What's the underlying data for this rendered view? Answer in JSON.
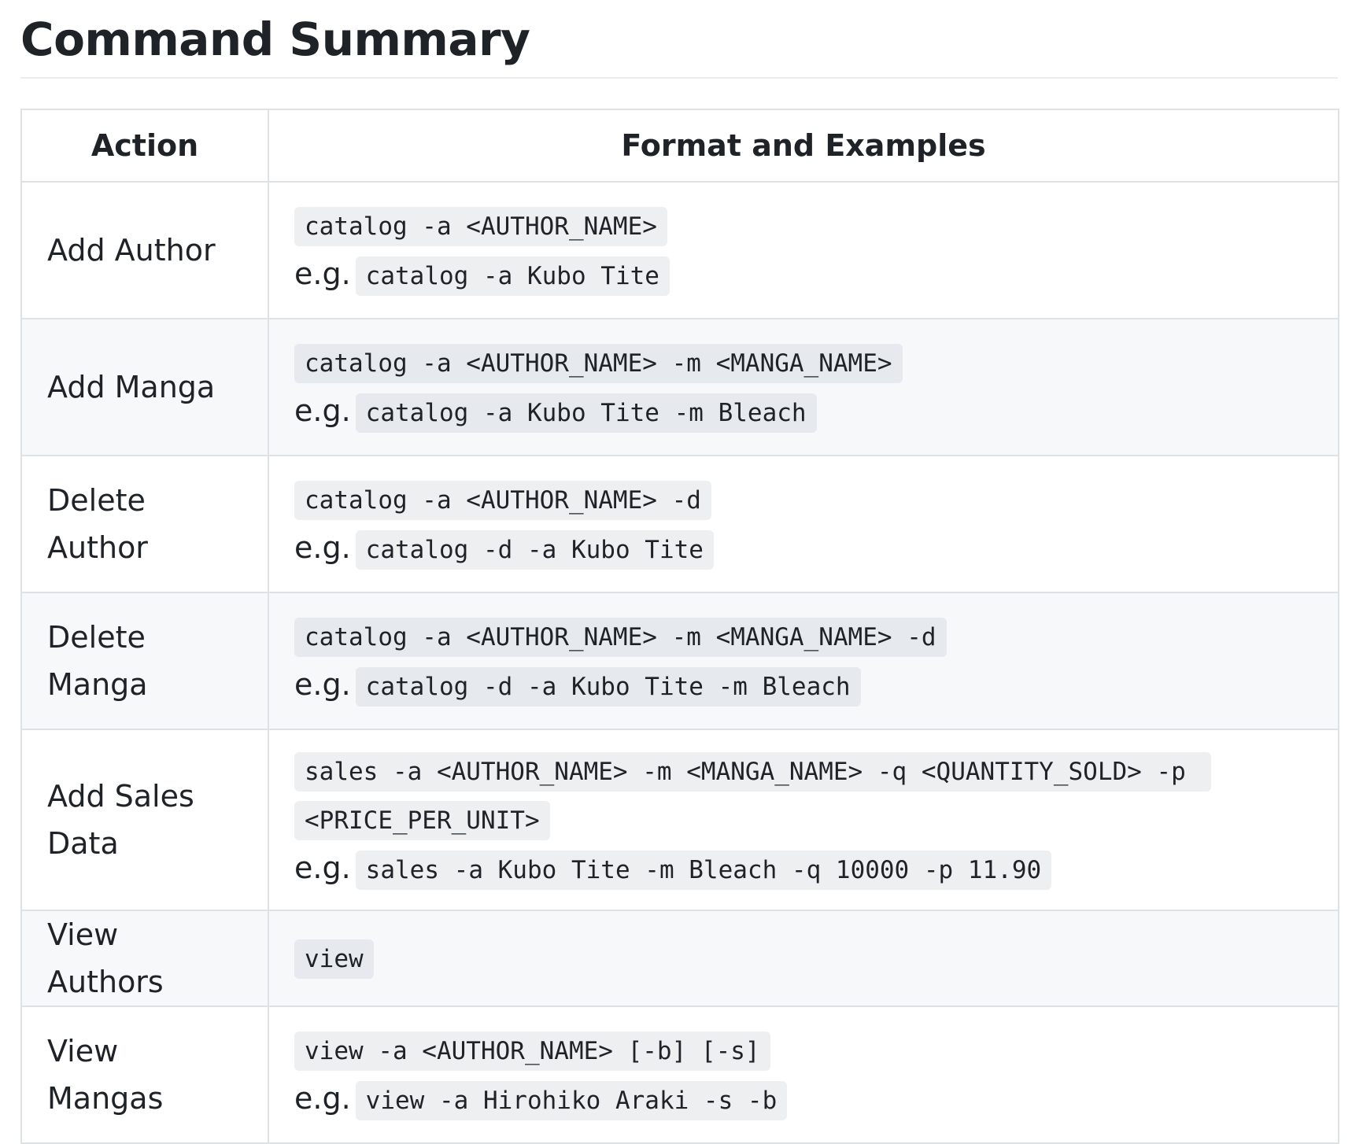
{
  "page": {
    "title": "Command Summary"
  },
  "table": {
    "headers": {
      "action": "Action",
      "format": "Format and Examples"
    },
    "eg_label": "e.g.",
    "rows": [
      {
        "action": "Add Author",
        "format": "catalog -a <AUTHOR_NAME>",
        "example": "catalog -a Kubo Tite"
      },
      {
        "action": "Add Manga",
        "format": "catalog -a <AUTHOR_NAME> -m <MANGA_NAME>",
        "example": "catalog -a Kubo Tite -m Bleach"
      },
      {
        "action": "Delete Author",
        "format": "catalog -a <AUTHOR_NAME> -d",
        "example": "catalog -d -a Kubo Tite"
      },
      {
        "action": "Delete Manga",
        "format": "catalog -a <AUTHOR_NAME> -m <MANGA_NAME> -d",
        "example": "catalog -d -a Kubo Tite -m Bleach"
      },
      {
        "action": "Add Sales Data",
        "format": "sales -a <AUTHOR_NAME> -m <MANGA_NAME> -q <QUANTITY_SOLD> -p <PRICE_PER_UNIT>",
        "example": "sales -a Kubo Tite -m Bleach -q 10000 -p 11.90"
      },
      {
        "action": "View Authors",
        "format": "view"
      },
      {
        "action": "View Mangas",
        "format": "view -a <AUTHOR_NAME> [-b] [-s]",
        "example": "view -a Hirohiko Araki -s -b"
      }
    ]
  }
}
